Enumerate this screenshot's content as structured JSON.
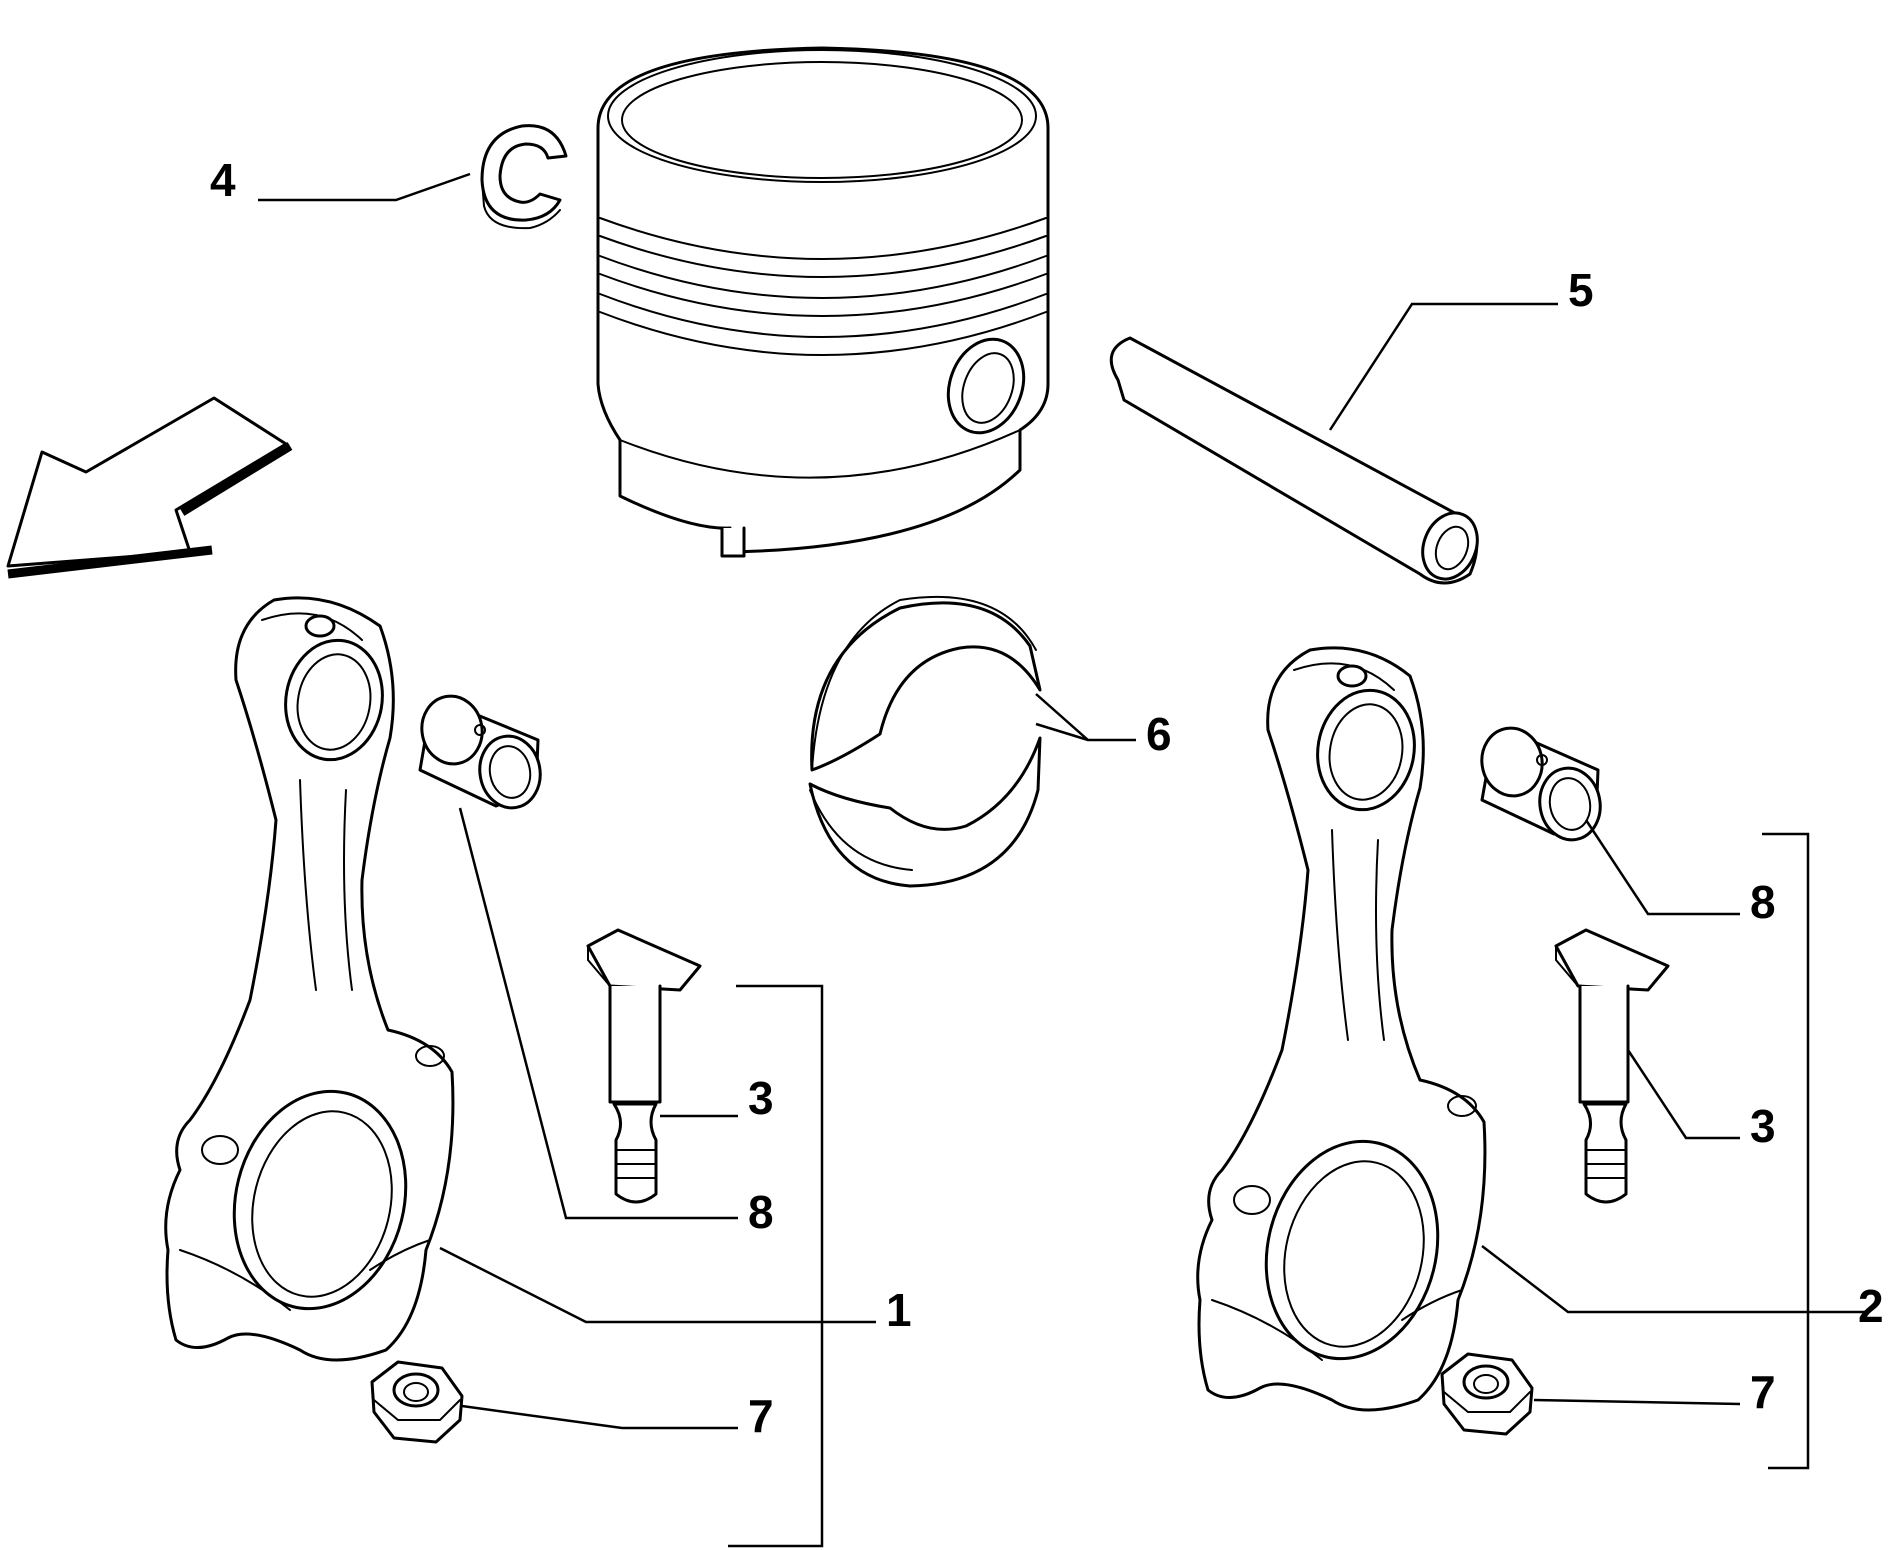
{
  "callouts": {
    "c1": "1",
    "c2": "2",
    "c3a": "3",
    "c3b": "3",
    "c4": "4",
    "c5": "5",
    "c6": "6",
    "c7a": "7",
    "c7b": "7",
    "c8a": "8",
    "c8b": "8"
  },
  "colors": {
    "line": "#000000",
    "background": "#ffffff"
  }
}
